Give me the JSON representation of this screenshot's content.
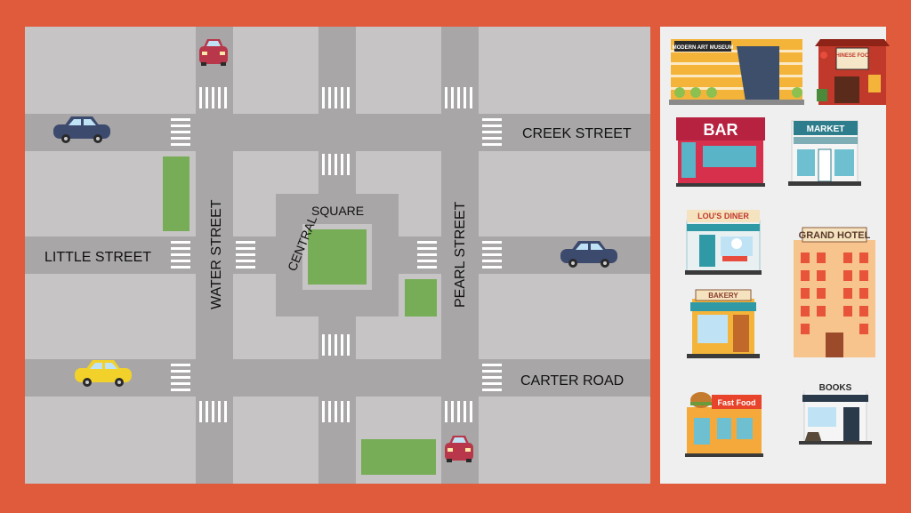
{
  "colors": {
    "frame": "#e05a3c",
    "road": "#a8a6a6",
    "block": "#c6c4c4",
    "grass": "#77ad56",
    "panel": "#efefef",
    "crosswalk": "#ffffff"
  },
  "map": {
    "streets": {
      "creek": "CREEK STREET",
      "little": "LITTLE STREET",
      "carter": "CARTER ROAD",
      "water": "WATER STREET",
      "pearl": "PEARL STREET"
    },
    "square": {
      "left": "CENTRAL",
      "right": "SQUARE"
    },
    "vehicles": [
      {
        "kind": "car",
        "color": "#b8374a",
        "icon": "red-car-icon"
      },
      {
        "kind": "car",
        "color": "#3c4a6e",
        "icon": "navy-car-icon"
      },
      {
        "kind": "car",
        "color": "#3c4a6e",
        "icon": "navy-car-icon"
      },
      {
        "kind": "taxi",
        "color": "#f2d12a",
        "icon": "yellow-car-icon"
      },
      {
        "kind": "car",
        "color": "#b8374a",
        "icon": "red-car-icon"
      }
    ]
  },
  "legend": {
    "buildings": [
      {
        "sign": "MODERN ART MUSEUM",
        "icon": "museum-icon"
      },
      {
        "sign": "CHINESE FOOD",
        "icon": "chinese-restaurant-icon"
      },
      {
        "sign": "BAR",
        "icon": "bar-icon"
      },
      {
        "sign": "MARKET",
        "icon": "market-icon"
      },
      {
        "sign": "LOU'S DINER",
        "icon": "diner-icon"
      },
      {
        "sign": "GRAND HOTEL",
        "icon": "hotel-icon"
      },
      {
        "sign": "BAKERY",
        "icon": "bakery-icon"
      },
      {
        "sign": "Fast Food",
        "icon": "fast-food-icon"
      },
      {
        "sign": "BOOKS",
        "icon": "bookstore-icon"
      }
    ]
  }
}
